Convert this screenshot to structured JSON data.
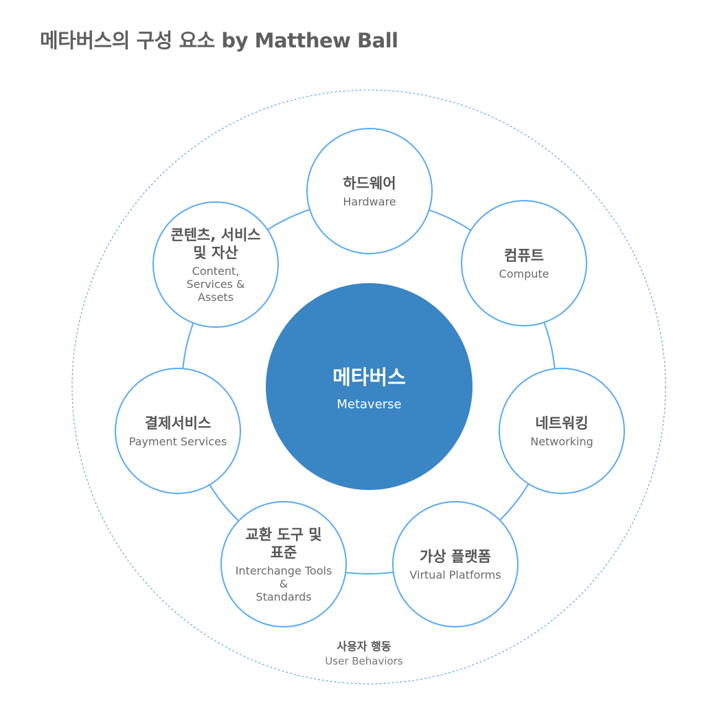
{
  "title": "메타버스의 구성 요소 by Matthew Ball",
  "center": {
    "ko": "메타버스",
    "en": "Metaverse"
  },
  "nodes": [
    {
      "ko": "하드웨어",
      "en": "Hardware"
    },
    {
      "ko": "컴퓨트",
      "en": "Compute"
    },
    {
      "ko": "네트워킹",
      "en": "Networking"
    },
    {
      "ko": "가상 플랫폼",
      "en": "Virtual Platforms"
    },
    {
      "ko_lines": [
        "교환 도구 및",
        "표준"
      ],
      "en_lines": [
        "Interchange Tools",
        "&",
        "Standards"
      ]
    },
    {
      "ko": "결제서비스",
      "en": "Payment Services"
    },
    {
      "ko_lines": [
        "콘텐츠, 서비스",
        "및 자산"
      ],
      "en_lines": [
        "Content,",
        "Services &",
        "Assets"
      ]
    }
  ],
  "outer": {
    "ko": "사용자 행동",
    "en": "User Behaviors"
  },
  "colors": {
    "accent": "#3a85c4",
    "ring": "#5aaaf0",
    "text": "#555555"
  }
}
